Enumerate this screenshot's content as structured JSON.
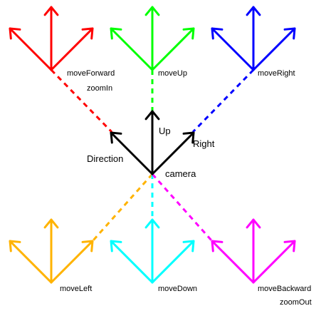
{
  "diagram": {
    "camera_label": "camera",
    "axes": {
      "up": "Up",
      "right": "Right",
      "direction": "Direction"
    },
    "frames": [
      {
        "id": "move-forward",
        "label": "moveForward",
        "sublabel": "zoomIn",
        "color": "#ff0000",
        "icon": "frame-axes-icon"
      },
      {
        "id": "move-up",
        "label": "moveUp",
        "color": "#00ff00",
        "icon": "frame-axes-icon"
      },
      {
        "id": "move-right",
        "label": "moveRight",
        "color": "#0000ff",
        "icon": "frame-axes-icon"
      },
      {
        "id": "move-left",
        "label": "moveLeft",
        "color": "#ffb300",
        "icon": "frame-axes-icon"
      },
      {
        "id": "move-down",
        "label": "moveDown",
        "color": "#00ffff",
        "icon": "frame-axes-icon"
      },
      {
        "id": "move-backward",
        "label": "moveBackward",
        "sublabel": "zoomOut",
        "color": "#ff00ff",
        "icon": "frame-axes-icon"
      }
    ],
    "camera_color": "#000000"
  }
}
